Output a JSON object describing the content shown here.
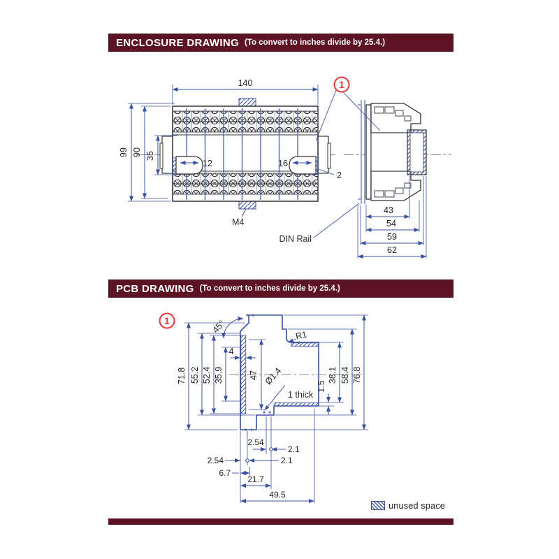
{
  "colors": {
    "header_bg": "#5c1424",
    "dim_blue": "#3a50a0",
    "callout_red": "#e13737",
    "line_dark": "#2f323a"
  },
  "enclosure_header": {
    "title": "ENCLOSURE DRAWING",
    "subtitle": "(To convert to inches divide by 25.4.)"
  },
  "pcb_header": {
    "title": "PCB DRAWING",
    "subtitle": "(To convert to inches divide by 25.4.)"
  },
  "legend": {
    "label": "unused space"
  },
  "enclosure": {
    "callout": "1",
    "width": "140",
    "height_outer": "99",
    "height_mid": "90",
    "height_slot": "35",
    "slot_left": "12",
    "slot_right": "16",
    "gap": "2",
    "screw": "M4",
    "din_rail": "DIN Rail",
    "depth_43": "43",
    "depth_54": "54",
    "depth_59": "59",
    "depth_62": "62"
  },
  "pcb": {
    "callout": "1",
    "chamfer": "45°",
    "fillet": "R1",
    "slot_width": "4",
    "h_71_8": "71.8",
    "h_55_2": "55.2",
    "h_52_4": "52.4",
    "h_35_9": "35.9",
    "h_47": "47",
    "hole_dia": "Ø1.4",
    "thickness": "1 thick",
    "h_1_5": "1.5",
    "h_38_1": "38.1",
    "h_58_4": "58.4",
    "h_76_8": "76.8",
    "pitch_a": "2.54",
    "offset_a": "2.1",
    "pitch_b": "2.54",
    "offset_b": "2.1",
    "w_6_7": "6.7",
    "w_21_7": "21.7",
    "w_49_5": "49.5"
  }
}
